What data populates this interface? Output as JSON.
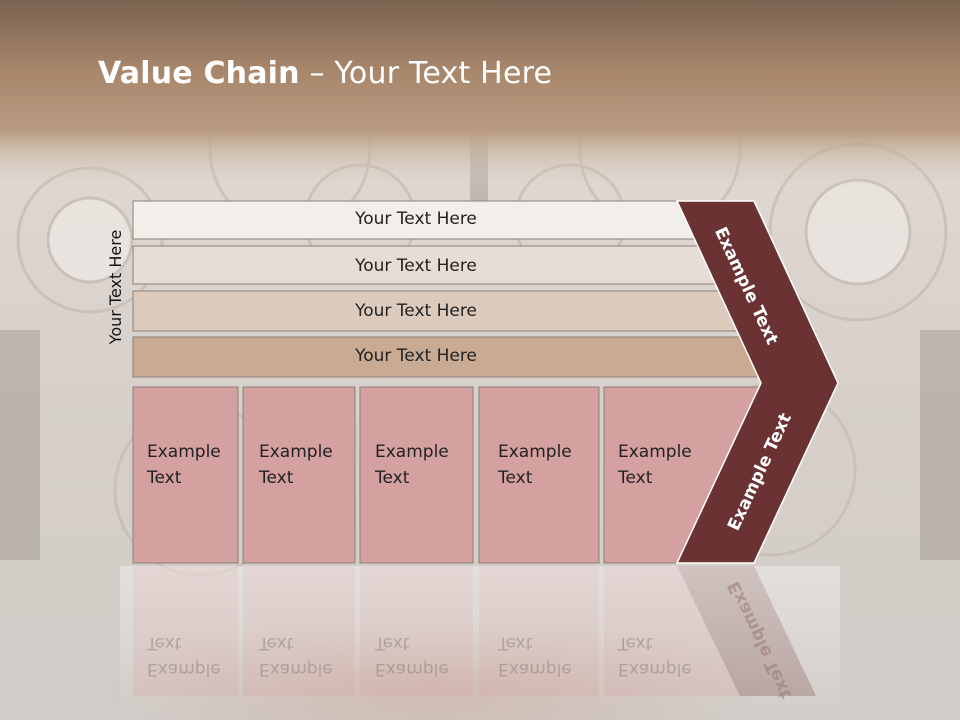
{
  "slide": {
    "title_bold": "Value Chain",
    "title_rest": " – Your Text Here",
    "side_label": "Your Text Here"
  },
  "bands": [
    {
      "label": "Your Text Here",
      "color": "#f2eeea"
    },
    {
      "label": "Your Text Here",
      "color": "#e8ddd5"
    },
    {
      "label": "Your Text Here",
      "color": "#dccbbd"
    },
    {
      "label": "Your Text Here",
      "color": "#c9aa92"
    }
  ],
  "columns": [
    {
      "line1": "Example",
      "line2": "Text"
    },
    {
      "line1": "Example",
      "line2": "Text"
    },
    {
      "line1": "Example",
      "line2": "Text"
    },
    {
      "line1": "Example",
      "line2": "Text"
    },
    {
      "line1": "Example",
      "line2": "Text"
    }
  ],
  "chevron": {
    "upper_label": "Example Text",
    "lower_label": "Example Text",
    "color": "#6a3232"
  },
  "colors": {
    "header": "#9c7a5f",
    "column_fill": "#d4a0a0"
  }
}
